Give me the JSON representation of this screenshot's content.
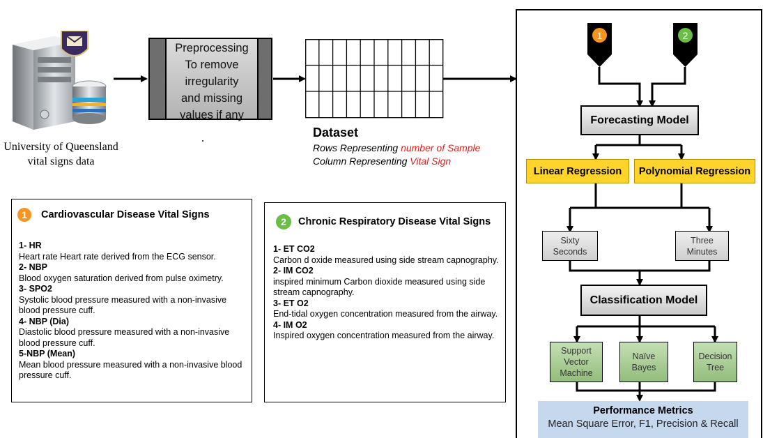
{
  "source": {
    "caption_line1": "University of Queensland",
    "caption_line2": "vital signs data"
  },
  "preprocessing": {
    "lines": [
      "Preprocessing",
      "To remove",
      "irregularity",
      "and missing",
      "values if any"
    ]
  },
  "dataset": {
    "title": "Dataset",
    "rows_prefix": "Rows Representing ",
    "rows_highlight": "number of Sample",
    "cols_prefix": "Column Representing ",
    "cols_highlight": "Vital Sign"
  },
  "cardio_panel": {
    "badge": "1",
    "badge_color": "#f7941d",
    "title": "Cardiovascular Disease Vital Signs",
    "items": [
      {
        "title": "1- HR",
        "desc": " Heart rate Heart rate derived from the ECG sensor."
      },
      {
        "title": "2- NBP",
        "desc": "Blood oxygen saturation derived from pulse oximetry."
      },
      {
        "title": "3- SPO2",
        "desc": "Systolic blood pressure measured with a non-invasive blood pressure cuff."
      },
      {
        "title": "4- NBP (Dia)",
        "desc": "Diastolic blood pressure measured with a non-invasive blood pressure cuff."
      },
      {
        "title": "5-NBP (Mean)",
        "desc": "Mean blood pressure measured with a non-invasive blood pressure cuff."
      }
    ]
  },
  "respiratory_panel": {
    "badge": "2",
    "badge_color": "#6abd45",
    "title": "Chronic Respiratory Disease Vital Signs",
    "items": [
      {
        "title": "1- ET CO2",
        "desc": "Carbon d oxide measured using side stream capnography."
      },
      {
        "title": "2- IM CO2",
        "desc": " inspired minimum Carbon dioxide measured using side stream capnography."
      },
      {
        "title": "3- ET O2",
        "desc": "End-tidal oxygen concentration measured from the airway."
      },
      {
        "title": "4- IM O2",
        "desc": "Inspired oxygen concentration measured from the airway."
      }
    ]
  },
  "pipeline": {
    "input1": "1",
    "input2": "2",
    "forecasting": "Forecasting Model",
    "linear": "Linear Regression",
    "polynomial": "Polynomial Regression",
    "sixty": [
      "Sixty",
      "Seconds"
    ],
    "three": [
      "Three",
      "Minutes"
    ],
    "classification": "Classification Model",
    "svm": [
      "Support",
      "Vector",
      "Machine"
    ],
    "naive": [
      "Naïve",
      "Bayes"
    ],
    "tree": [
      "Decision",
      "Tree"
    ],
    "perf_title": "Performance Metrics",
    "perf_desc": "Mean Square Error, F1, Precision & Recall"
  },
  "colors": {
    "orange": "#f7941d",
    "green": "#6abd45",
    "yellow": "#ffd42a",
    "red_text": "#e0201b",
    "perf_bg": "#c5d8ee"
  }
}
